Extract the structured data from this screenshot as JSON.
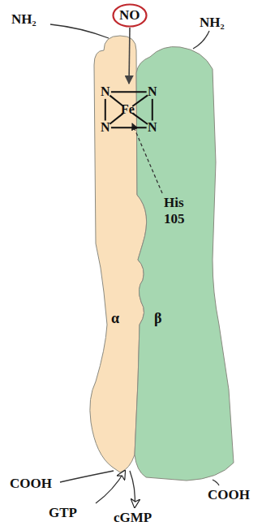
{
  "diagram": {
    "nodes": [
      {
        "text": [
          "NO"
        ]
      },
      {
        "text": [
          "α"
        ]
      },
      {
        "text": [
          "β"
        ]
      },
      {
        "text": [
          "N",
          "N",
          "N",
          "N",
          "Fe"
        ]
      }
    ],
    "edges": [
      {
        "from": 0,
        "to": 3,
        "arrow": "to"
      }
    ],
    "labels": [
      "NH₂",
      "NH₂",
      "His 105",
      "COOH",
      "GTP",
      "cGMP",
      "COOH"
    ]
  }
}
